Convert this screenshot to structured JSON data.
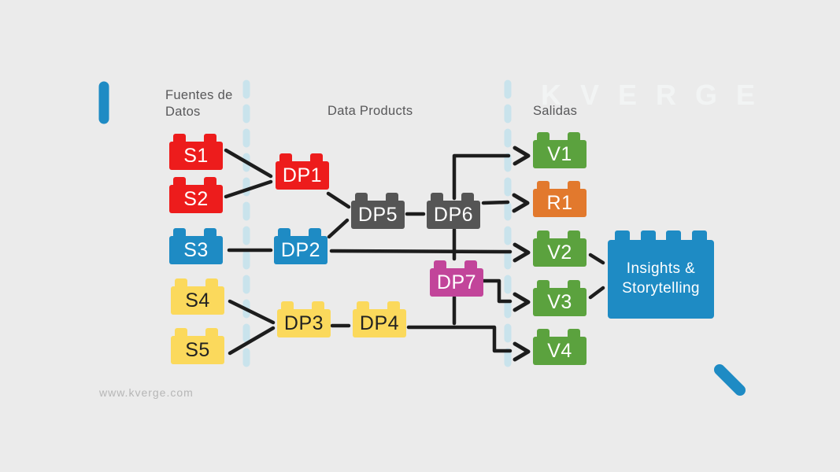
{
  "page": {
    "watermark": "KVERGE",
    "footer_url": "www.kverge.com"
  },
  "columns": [
    {
      "id": "sources",
      "label": "Fuentes de Datos"
    },
    {
      "id": "products",
      "label": "Data Products"
    },
    {
      "id": "outputs",
      "label": "Salidas"
    }
  ],
  "bricks": {
    "s1": {
      "label": "S1",
      "color": "red",
      "column": "sources"
    },
    "s2": {
      "label": "S2",
      "color": "red",
      "column": "sources"
    },
    "s3": {
      "label": "S3",
      "color": "blue",
      "column": "sources"
    },
    "s4": {
      "label": "S4",
      "color": "yellow",
      "column": "sources"
    },
    "s5": {
      "label": "S5",
      "color": "yellow",
      "column": "sources"
    },
    "dp1": {
      "label": "DP1",
      "color": "red",
      "column": "products"
    },
    "dp2": {
      "label": "DP2",
      "color": "blue",
      "column": "products"
    },
    "dp3": {
      "label": "DP3",
      "color": "yellow",
      "column": "products"
    },
    "dp4": {
      "label": "DP4",
      "color": "yellow",
      "column": "products"
    },
    "dp5": {
      "label": "DP5",
      "color": "gray",
      "column": "products"
    },
    "dp6": {
      "label": "DP6",
      "color": "gray",
      "column": "products"
    },
    "dp7": {
      "label": "DP7",
      "color": "magenta",
      "column": "products"
    },
    "v1": {
      "label": "V1",
      "color": "green",
      "column": "outputs"
    },
    "r1": {
      "label": "R1",
      "color": "orange",
      "column": "outputs"
    },
    "v2": {
      "label": "V2",
      "color": "green",
      "column": "outputs"
    },
    "v3": {
      "label": "V3",
      "color": "green",
      "column": "outputs"
    },
    "v4": {
      "label": "V4",
      "color": "green",
      "column": "outputs"
    },
    "insights": {
      "label": "Insights & Storytelling",
      "color": "blue",
      "column": "outputs"
    }
  },
  "edges": [
    {
      "from": "S1",
      "to": "DP1"
    },
    {
      "from": "S2",
      "to": "DP1"
    },
    {
      "from": "S3",
      "to": "DP2"
    },
    {
      "from": "S4",
      "to": "DP3"
    },
    {
      "from": "S5",
      "to": "DP3"
    },
    {
      "from": "DP1",
      "to": "DP5"
    },
    {
      "from": "DP2",
      "to": "DP5"
    },
    {
      "from": "DP5",
      "to": "DP6"
    },
    {
      "from": "DP6",
      "to": "V1"
    },
    {
      "from": "DP6",
      "to": "R1"
    },
    {
      "from": "DP6",
      "to": "DP7"
    },
    {
      "from": "DP2",
      "to": "V2"
    },
    {
      "from": "DP7",
      "to": "V3"
    },
    {
      "from": "DP7",
      "to": "V4"
    },
    {
      "from": "DP3",
      "to": "DP4"
    },
    {
      "from": "DP4",
      "to": "V4"
    },
    {
      "from": "V2",
      "to": "Insights & Storytelling"
    },
    {
      "from": "V3",
      "to": "Insights & Storytelling"
    }
  ],
  "colors": {
    "bg": "#ebebeb",
    "red": "#ed1c1c",
    "blue": "#1e8bc4",
    "yellow": "#fbd95c",
    "green": "#5ba23e",
    "orange": "#e2792d",
    "magenta": "#c2459a",
    "gray": "#555555",
    "line": "#1d1d1d",
    "separator": "#c9e3ec",
    "accent": "#1e8bc4",
    "heading": "#58585a",
    "watermark": "#f2f4f4",
    "footer": "#b6b6b6"
  }
}
